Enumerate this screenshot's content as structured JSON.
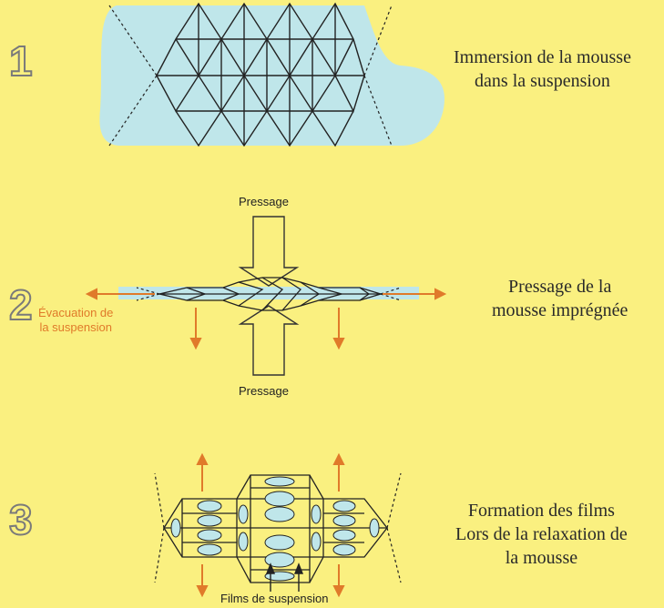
{
  "steps": [
    {
      "number": "1",
      "caption_lines": [
        "Immersion de la mousse",
        "dans la suspension"
      ]
    },
    {
      "number": "2",
      "caption_lines": [
        "Pressage de la",
        "mousse imprégnée"
      ]
    },
    {
      "number": "3",
      "caption_lines": [
        "Formation des films",
        "Lors de la relaxation de",
        "la mousse"
      ]
    }
  ],
  "labels": {
    "press_top": "Pressage",
    "press_bottom": "Pressage",
    "evacuation_lines": [
      "Évacuation de",
      "la suspension"
    ],
    "films": "Films de suspension"
  },
  "colors": {
    "background": "#faf080",
    "suspension": "#bfe6ea",
    "arrow_orange": "#e07a2a",
    "line": "#222222"
  }
}
